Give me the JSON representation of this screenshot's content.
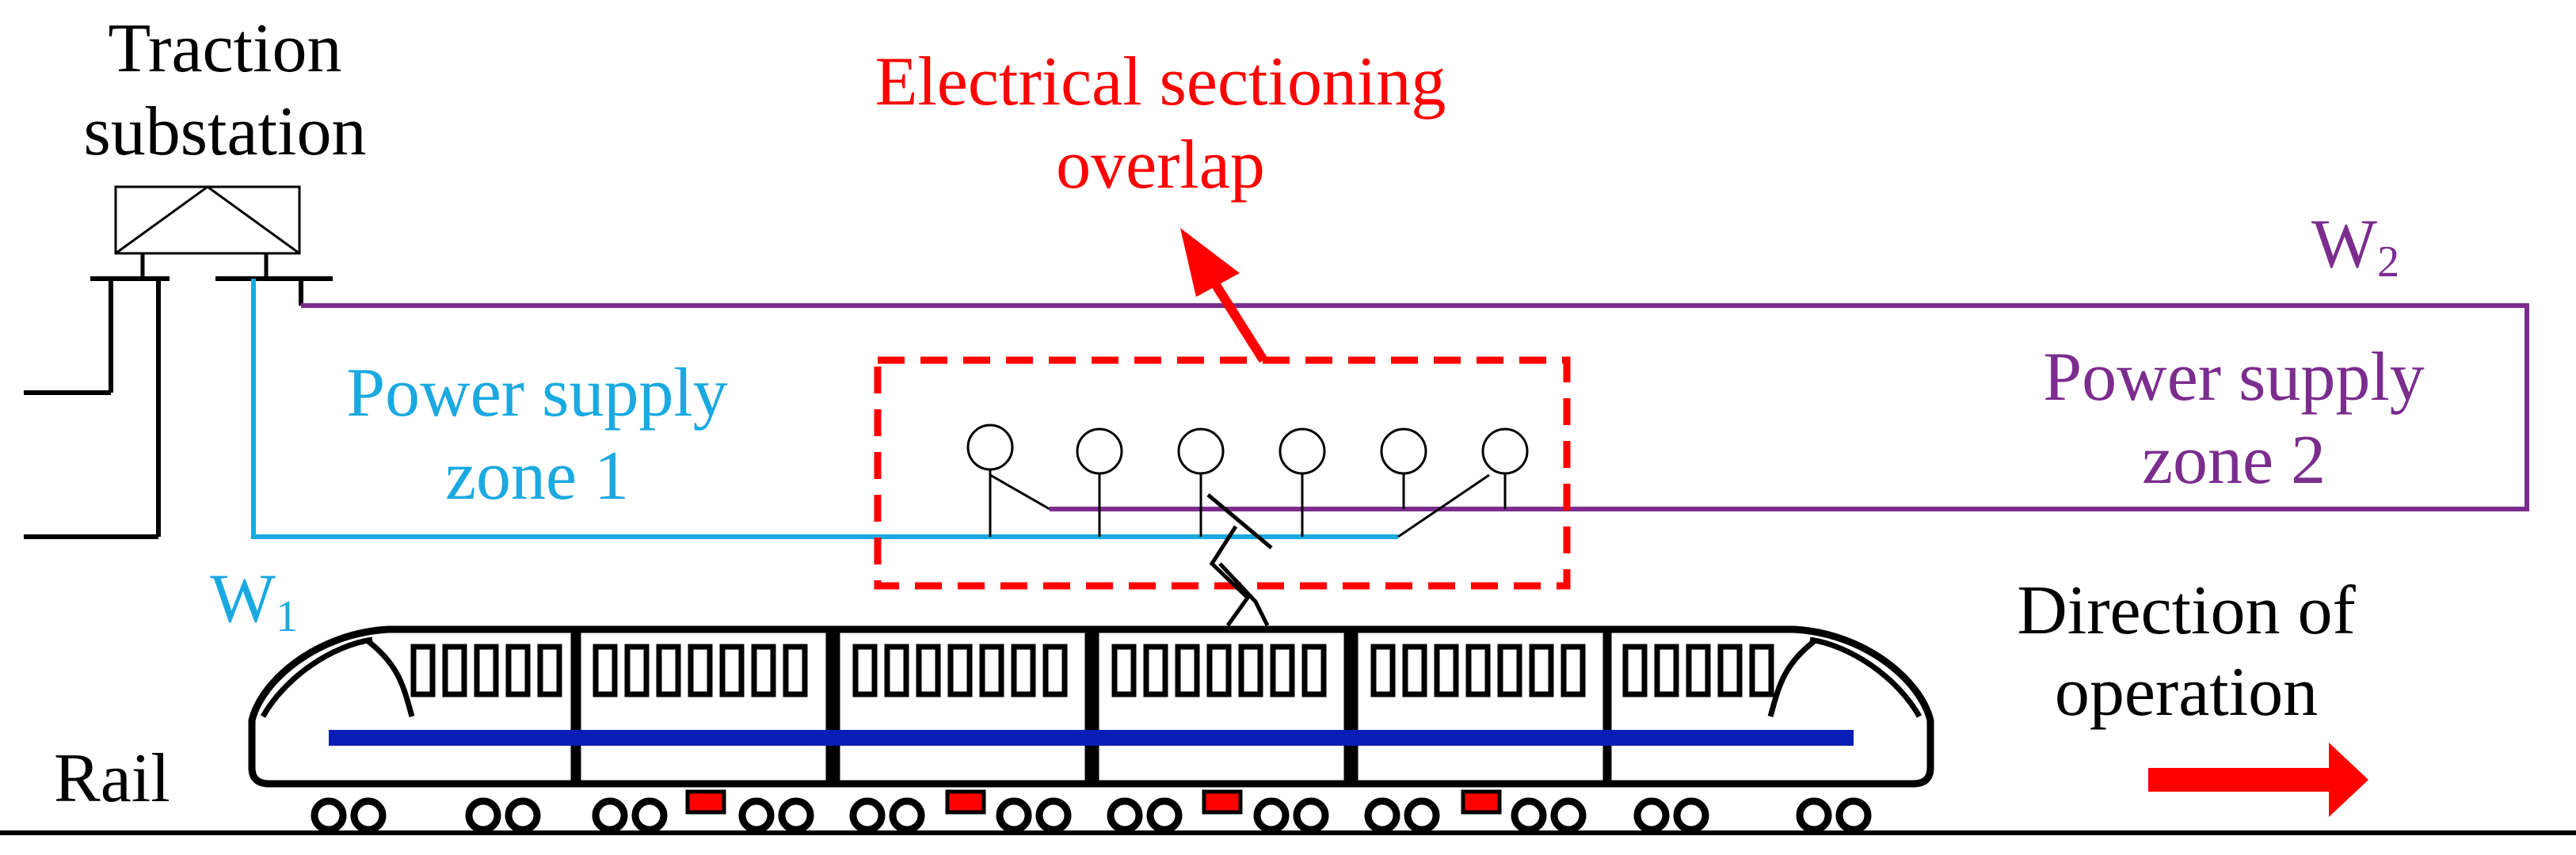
{
  "labels": {
    "substation": [
      "Traction",
      "substation"
    ],
    "overlap": [
      "Electrical sectioning",
      "overlap"
    ],
    "zone1": [
      "Power supply",
      "zone 1"
    ],
    "zone2": [
      "Power supply",
      "zone 2"
    ],
    "w1": {
      "letter": "W",
      "index": "1"
    },
    "w2": {
      "letter": "W",
      "index": "2"
    },
    "direction": [
      "Direction of",
      "operation"
    ],
    "rail": "Rail"
  },
  "colors": {
    "zone1": "#1aa9e0",
    "zone2": "#7b2d8e",
    "highlight": "#ff0000",
    "stripe": "#0a1db8",
    "structure": "#000000"
  },
  "train": {
    "cars": 6
  }
}
